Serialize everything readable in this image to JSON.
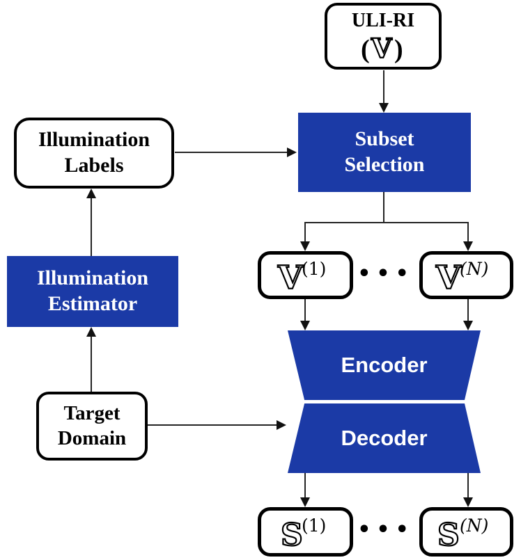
{
  "colors": {
    "box_blue": "#1b3aa6",
    "box_border": "#000000",
    "connector": "#242424",
    "text_white": "#ffffff",
    "text_black": "#000000"
  },
  "nodes": {
    "uli_ri": {
      "title": "ULI-RI",
      "paren_open": "(",
      "symbol": "V",
      "paren_close": ")"
    },
    "illumination_labels": {
      "line1": "Illumination",
      "line2": "Labels"
    },
    "subset_selection": {
      "line1": "Subset",
      "line2": "Selection"
    },
    "illumination_estimator": {
      "line1": "Illumination",
      "line2": "Estimator"
    },
    "target_domain": {
      "line1": "Target",
      "line2": "Domain"
    },
    "v_subset_1": {
      "symbol": "V",
      "superscript": "(1)"
    },
    "v_subset_n": {
      "symbol": "V",
      "superscript": "(N)"
    },
    "encoder": {
      "label": "Encoder"
    },
    "decoder": {
      "label": "Decoder"
    },
    "s_output_1": {
      "symbol": "S",
      "superscript": "(1)"
    },
    "s_output_n": {
      "symbol": "S",
      "superscript": "(N)"
    }
  },
  "ellipsis_top": "•••",
  "ellipsis_bottom": "•••"
}
